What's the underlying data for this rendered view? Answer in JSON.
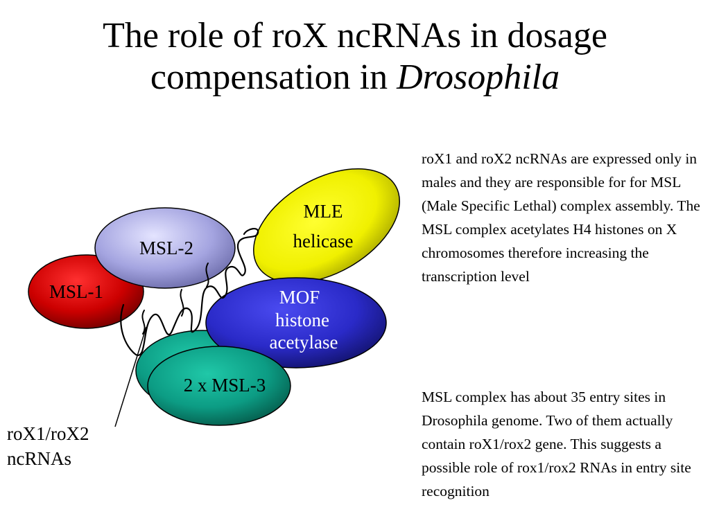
{
  "title": {
    "line1": "The role of roX ncRNAs in dosage",
    "line2_prefix": "compensation in ",
    "line2_italic": "Drosophila"
  },
  "paragraph1": "roX1 and roX2 ncRNAs are expressed only in males and they are responsible for for MSL (Male Specific Lethal) complex assembly. The MSL complex acetylates H4 histones on X chromosomes therefore increasing the transcription level",
  "paragraph2": "MSL complex has about 35 entry sites in Drosophila genome. Two of them actually contain roX1/rox2 gene. This suggests a possible role of rox1/rox2 RNAs in entry site recognition",
  "diagram": {
    "msl1": "MSL-1",
    "msl2": "MSL-2",
    "mle_line1": "MLE",
    "mle_line2": "helicase",
    "mof_line1": "MOF",
    "mof_line2": "histone",
    "mof_line3": "acetylase",
    "msl3": "2 x MSL-3",
    "rox_line1": "roX1/roX2",
    "rox_line2": "ncRNAs"
  },
  "colors": {
    "msl1": "#cc0000",
    "msl2": "#9c9cdc",
    "mle": "#f0f000",
    "mof": "#2a2ac8",
    "msl3": "#0c9c84"
  }
}
